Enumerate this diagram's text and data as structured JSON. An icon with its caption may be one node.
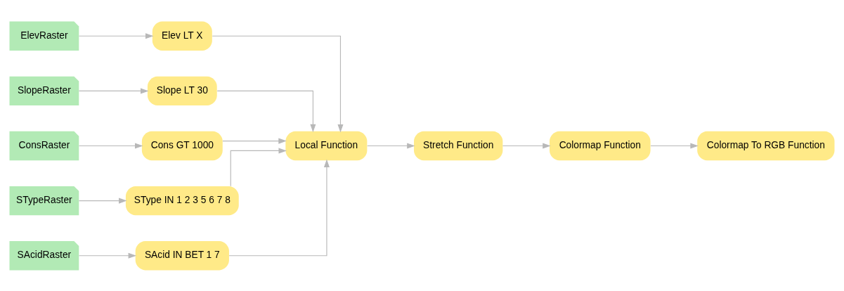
{
  "diagram": {
    "nodes": [
      {
        "text": [
          "ElevRaster"
        ]
      },
      {
        "text": [
          "Elev LT X"
        ]
      },
      {
        "text": [
          "SlopeRaster"
        ]
      },
      {
        "text": [
          "Slope LT 30"
        ]
      },
      {
        "text": [
          "ConsRaster"
        ]
      },
      {
        "text": [
          "Cons GT 1000"
        ]
      },
      {
        "text": [
          "Local Function"
        ]
      },
      {
        "text": [
          "Stretch Function"
        ]
      },
      {
        "text": [
          "Colormap Function"
        ]
      },
      {
        "text": [
          "Colormap To RGB Function"
        ]
      },
      {
        "text": [
          "STypeRaster"
        ]
      },
      {
        "text": [
          "SType IN 1 2 3 5 6 7 8"
        ]
      },
      {
        "text": [
          "SAcidRaster"
        ]
      },
      {
        "text": [
          "SAcid IN BET 1 7"
        ]
      }
    ],
    "edges": [
      {
        "from": 0,
        "to": 1,
        "arrow": "to"
      },
      {
        "from": 2,
        "to": 3,
        "arrow": "to"
      },
      {
        "from": 4,
        "to": 5,
        "arrow": "to"
      },
      {
        "from": 10,
        "to": 11,
        "arrow": "to"
      },
      {
        "from": 12,
        "to": 13,
        "arrow": "to"
      },
      {
        "from": 1,
        "to": 6,
        "arrow": "to"
      },
      {
        "from": 3,
        "to": 6,
        "arrow": "to"
      },
      {
        "from": 5,
        "to": 6,
        "arrow": "to"
      },
      {
        "from": 11,
        "to": 6,
        "arrow": "to"
      },
      {
        "from": 13,
        "to": 6,
        "arrow": "to"
      },
      {
        "from": 6,
        "to": 7,
        "arrow": "to"
      },
      {
        "from": 7,
        "to": 8,
        "arrow": "to"
      },
      {
        "from": 8,
        "to": 9,
        "arrow": "to"
      }
    ]
  }
}
